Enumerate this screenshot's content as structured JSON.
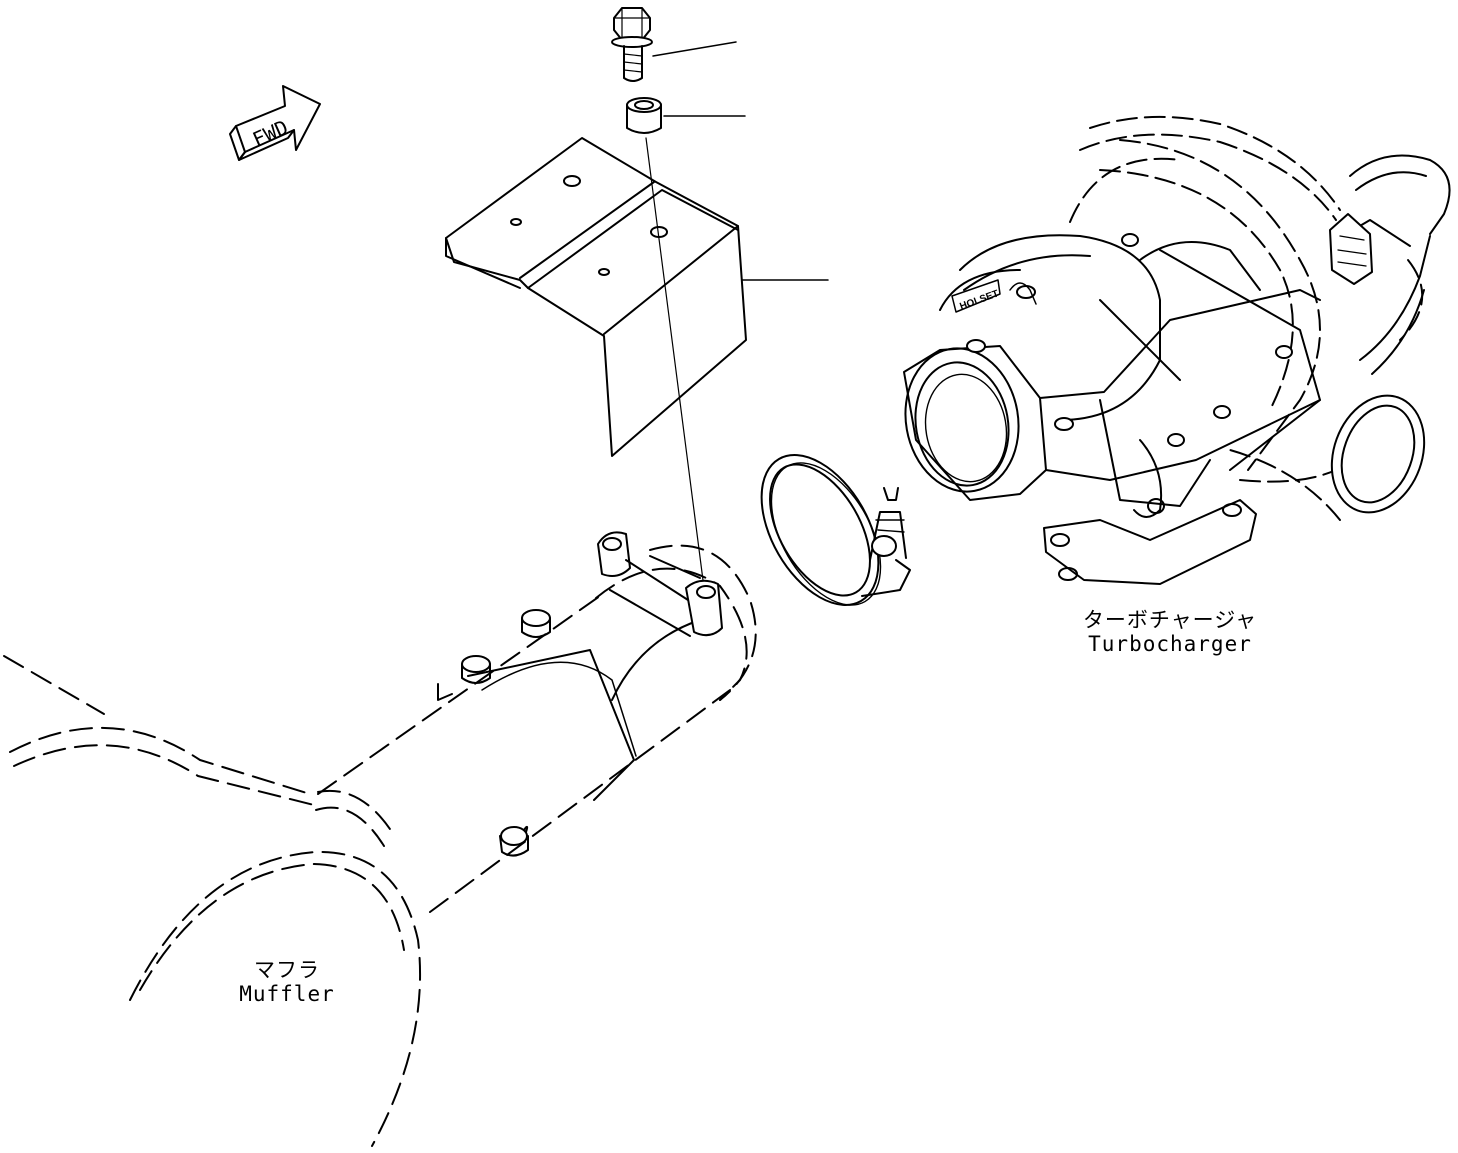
{
  "labels": {
    "fwd": "FWD",
    "turbocharger_jp": "ターボチャージャ",
    "turbocharger_en": "Turbocharger",
    "muffler_jp": "マフラ",
    "muffler_en": "Muffler",
    "turbo_badge": "HOLSET"
  },
  "colors": {
    "line": "#000000",
    "background": "#ffffff"
  }
}
